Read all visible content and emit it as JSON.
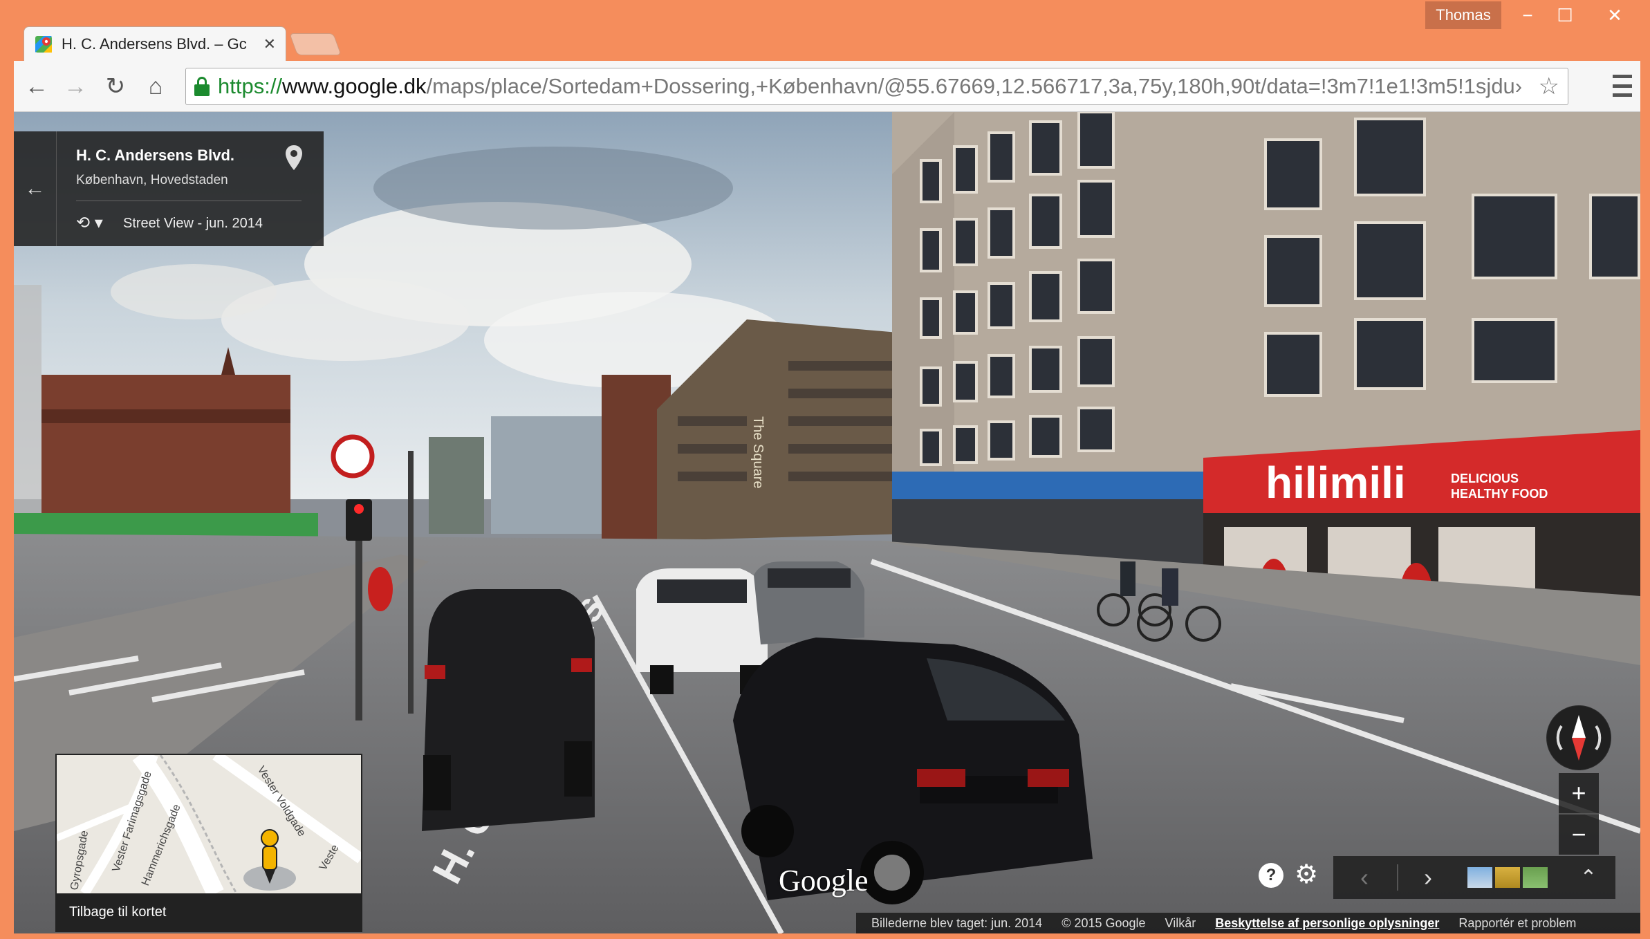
{
  "window": {
    "user": "Thomas",
    "minimize": "−",
    "maximize": "☐",
    "close": "✕"
  },
  "tab": {
    "title": "H. C. Andersens Blvd. – Gc",
    "close": "✕"
  },
  "toolbar": {
    "back": "←",
    "forward": "→",
    "reload": "↻",
    "home": "⌂",
    "url_scheme": "https://",
    "url_host": "www.google.dk",
    "url_path": "/maps/place/Sortedam+Dossering,+København/@55.67669,12.566717,3a,75y,180h,90t/data=!3m7!1e1!3m5!1sjdu›",
    "star": "☆"
  },
  "info_card": {
    "back": "←",
    "title": "H. C. Andersens Blvd.",
    "subtitle": "København, Hovedstaden",
    "time_icon": "⟲ ▾",
    "date": "Street View - jun. 2014"
  },
  "scene_text": {
    "shop_sign": "hilimili",
    "shop_sign_small_1": "DELICIOUS",
    "shop_sign_small_2": "HEALTHY FOOD",
    "building_sign": "The Square",
    "road_text": "H. C. Andersens"
  },
  "minimap": {
    "streets": [
      "Vester Farimagsgade",
      "Hammerichsgade",
      "Vester Voldgade",
      "Gyropsgade",
      "Veste"
    ],
    "label": "Tilbage til kortet"
  },
  "controls": {
    "zoom_in": "+",
    "zoom_out": "−",
    "prev": "‹",
    "next": "›",
    "expand": "⌃",
    "help": "?",
    "settings": "⚙",
    "google_logo": "Google"
  },
  "footer": {
    "captured": "Billederne blev taget: jun. 2014",
    "copyright": "© 2015 Google",
    "terms": "Vilkår",
    "privacy": "Beskyttelse af personlige oplysninger",
    "report": "Rapportér et problem"
  },
  "colors": {
    "window_frame": "#f58d5c",
    "secure_green": "#1b8a2e",
    "shop_red": "#d42a2a"
  }
}
